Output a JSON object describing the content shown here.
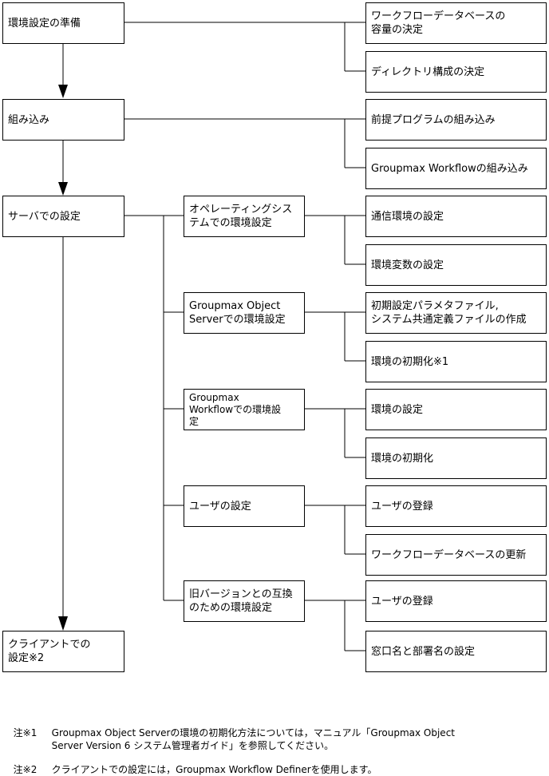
{
  "steps": {
    "prep": "環境設定の準備",
    "install": "組み込み",
    "server": "サーバでの設定",
    "client": "クライアントでの\n設定※2"
  },
  "middle": {
    "os": "オペレーティングシス\nテムでの環境設定",
    "gos": "Groupmax Object\nServerでの環境設定",
    "gwf": "Groupmax\nWorkflowでの環境設\n定",
    "user": "ユーザの設定",
    "compat": "旧バージョンとの互換\nのための環境設定"
  },
  "right": {
    "db_capacity": "ワークフローデータベースの\n容量の決定",
    "dir": "ディレクトリ構成の決定",
    "prereq": "前提プログラムの組み込み",
    "gwf_install": "Groupmax Workflowの組み込み",
    "comm": "通信環境の設定",
    "envvar": "環境変数の設定",
    "initfile": "初期設定パラメタファイル,\nシステム共通定義ファイルの作成",
    "init1": "環境の初期化※1",
    "envset": "環境の設定",
    "init2": "環境の初期化",
    "userreg1": "ユーザの登録",
    "dbupdate": "ワークフローデータベースの更新",
    "userreg2": "ユーザの登録",
    "window": "窓口名と部署名の設定"
  },
  "notes": {
    "n1_mark": "注※1",
    "n1_text": "Groupmax Object Serverの環境の初期化方法については，マニュアル「Groupmax Object\nServer Version 6 システム管理者ガイド」を参照してください。",
    "n2_mark": "注※2",
    "n2_text": "クライアントでの設定には，Groupmax Workflow Definerを使用します。"
  }
}
